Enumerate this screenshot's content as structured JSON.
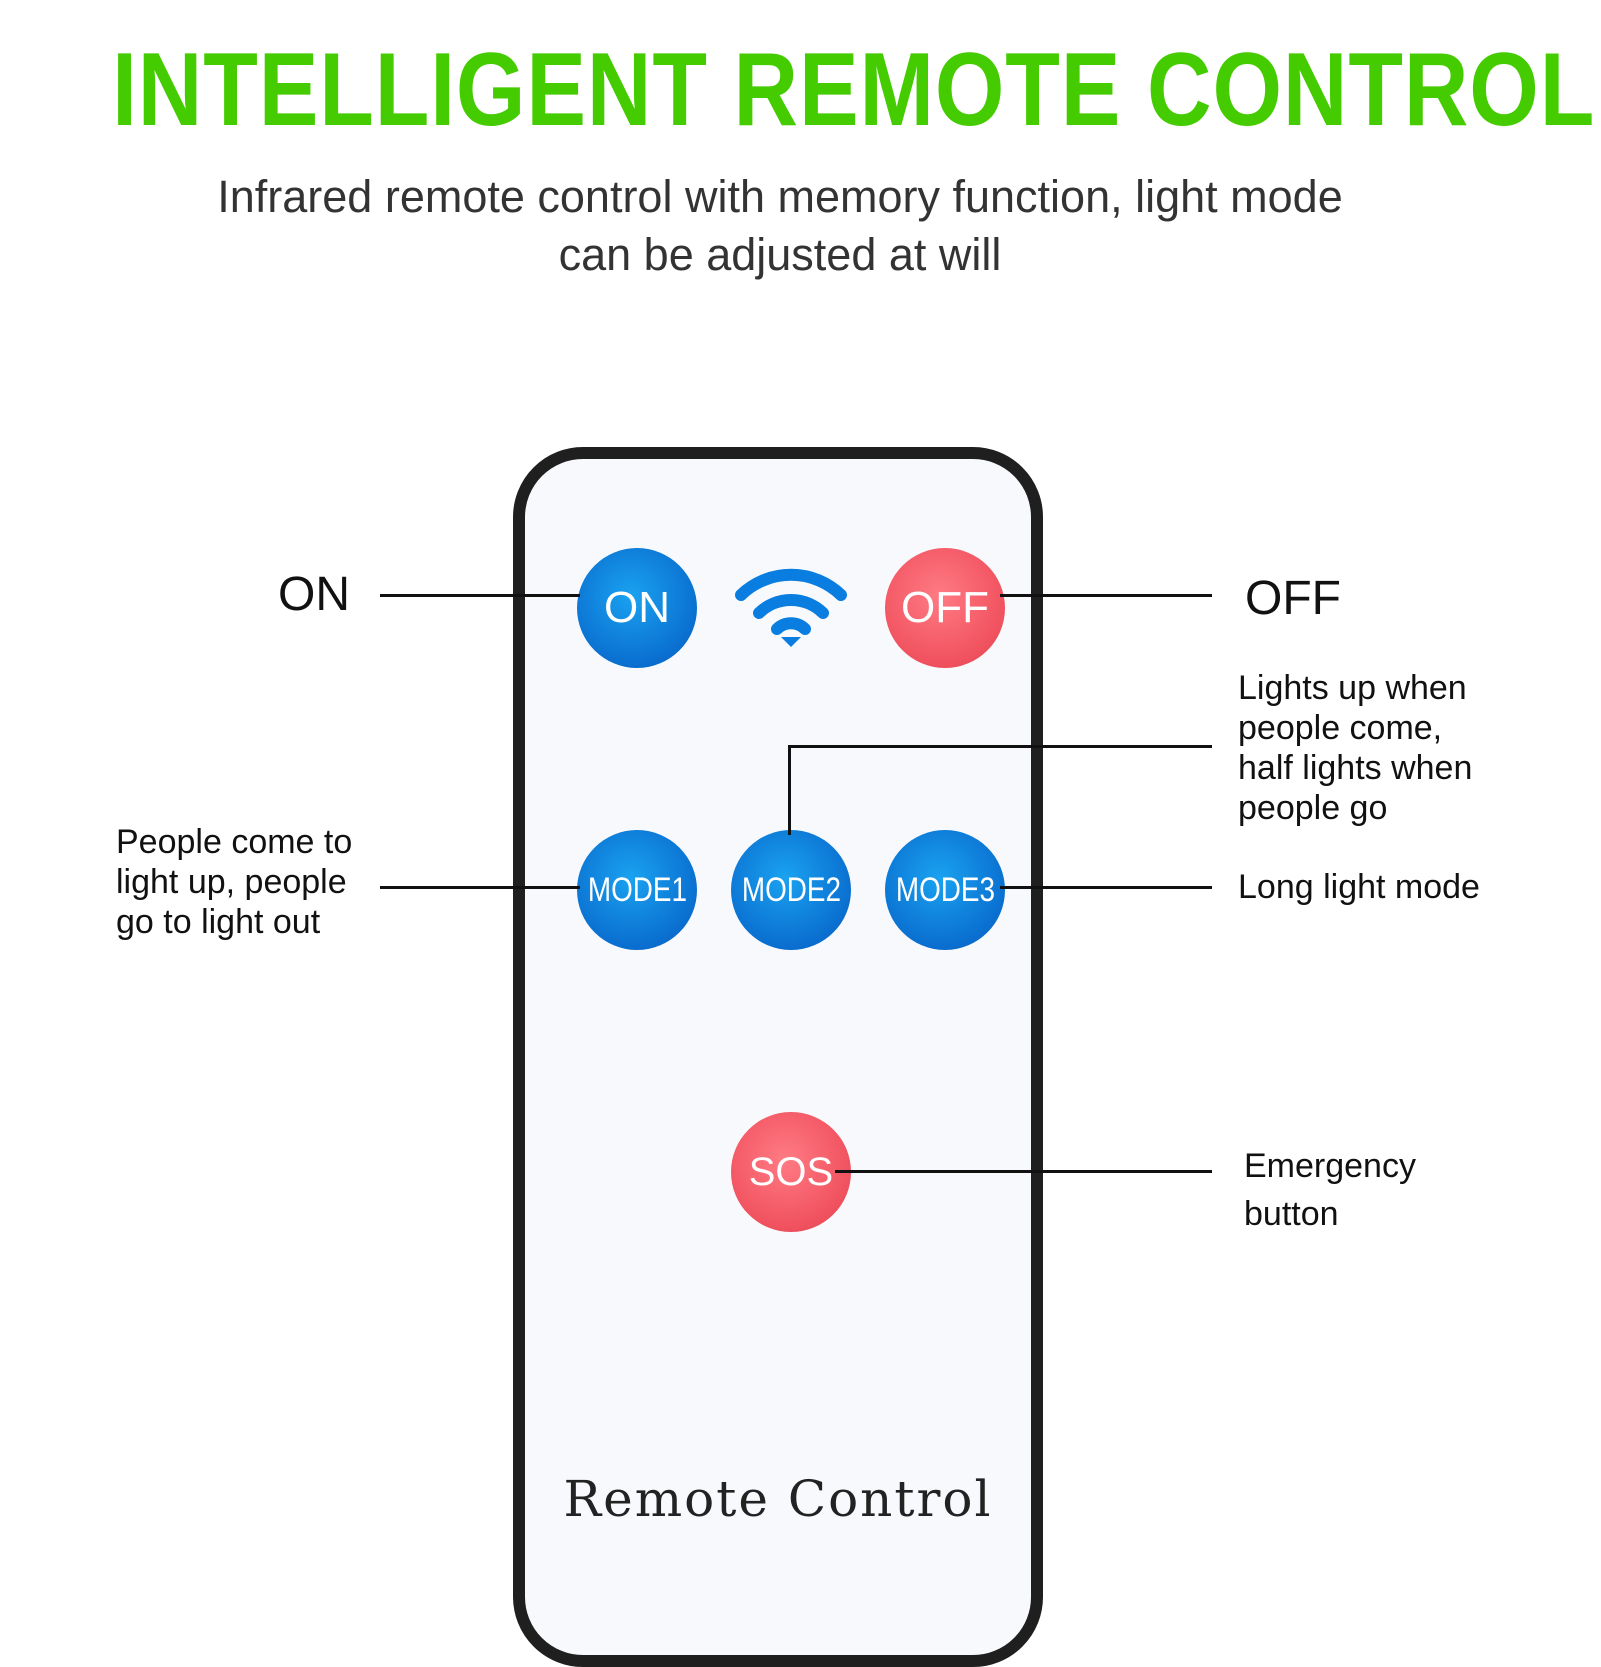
{
  "header": {
    "title": "INTELLIGENT REMOTE CONTROL",
    "subtitle": "Infrared remote control with memory function, light mode can be adjusted at will"
  },
  "remote": {
    "label": "Remote Control",
    "buttons": {
      "on": "ON",
      "off": "OFF",
      "mode1": "MODE1",
      "mode2": "MODE2",
      "mode3": "MODE3",
      "sos": "SOS"
    },
    "icons": [
      "wifi-icon"
    ]
  },
  "callouts": {
    "on": "ON",
    "off": "OFF",
    "mode1": "People come to light up, people go to light out",
    "mode2": "Lights up when people come, half lights when people go",
    "mode3": "Long light mode",
    "sos": "Emergency button"
  },
  "colors": {
    "title": "#44cc00",
    "blue_button": "#0a6fd0",
    "red_button": "#f0515e"
  }
}
